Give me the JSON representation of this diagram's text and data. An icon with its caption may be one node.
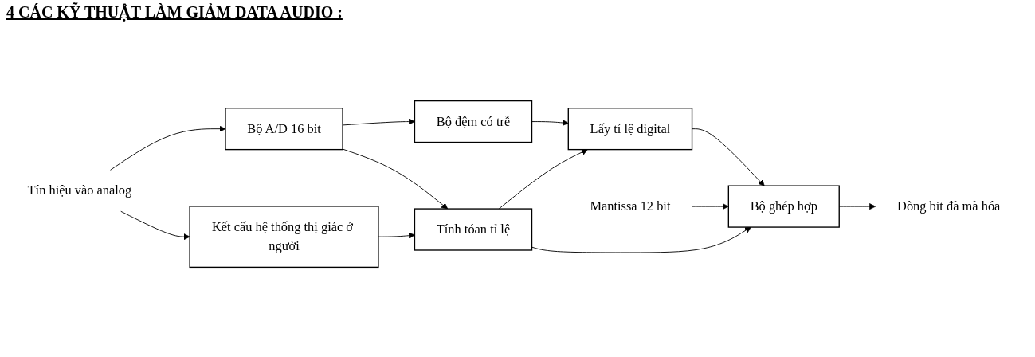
{
  "diagram": {
    "title": "4 CÁC KỸ THUẬT LÀM GIẢM DATA AUDIO :",
    "nodes": [
      {
        "text": [
          "Tín hiệu vào analog"
        ]
      },
      {
        "text": [
          "Bộ A/D 16 bit"
        ]
      },
      {
        "text": [
          "Bộ đệm có trễ"
        ]
      },
      {
        "text": [
          "Lấy tỉ lệ digital"
        ]
      },
      {
        "text": [
          "Bộ ghép hợp"
        ]
      },
      {
        "text": [
          "Kết cấu hệ thống thị giác ở người"
        ]
      },
      {
        "text": [
          "Tính tóan tỉ lệ"
        ]
      },
      {
        "text": [
          "Mantissa 12 bit"
        ]
      },
      {
        "text": [
          "Dòng bit đã mã hóa"
        ]
      }
    ],
    "edges": [
      {
        "from": 0,
        "to": 1,
        "arrow": "to"
      },
      {
        "from": 0,
        "to": 5,
        "arrow": "to"
      },
      {
        "from": 1,
        "to": 2,
        "arrow": "to"
      },
      {
        "from": 1,
        "to": 6,
        "arrow": "to"
      },
      {
        "from": 2,
        "to": 3,
        "arrow": "to"
      },
      {
        "from": 3,
        "to": 4,
        "arrow": "to"
      },
      {
        "from": 7,
        "to": 4,
        "arrow": "to"
      },
      {
        "from": 5,
        "to": 6,
        "arrow": "to"
      },
      {
        "from": 6,
        "to": 3,
        "arrow": "to"
      },
      {
        "from": 6,
        "to": 4,
        "arrow": "to"
      },
      {
        "from": 4,
        "to": 8,
        "arrow": "to"
      }
    ]
  }
}
